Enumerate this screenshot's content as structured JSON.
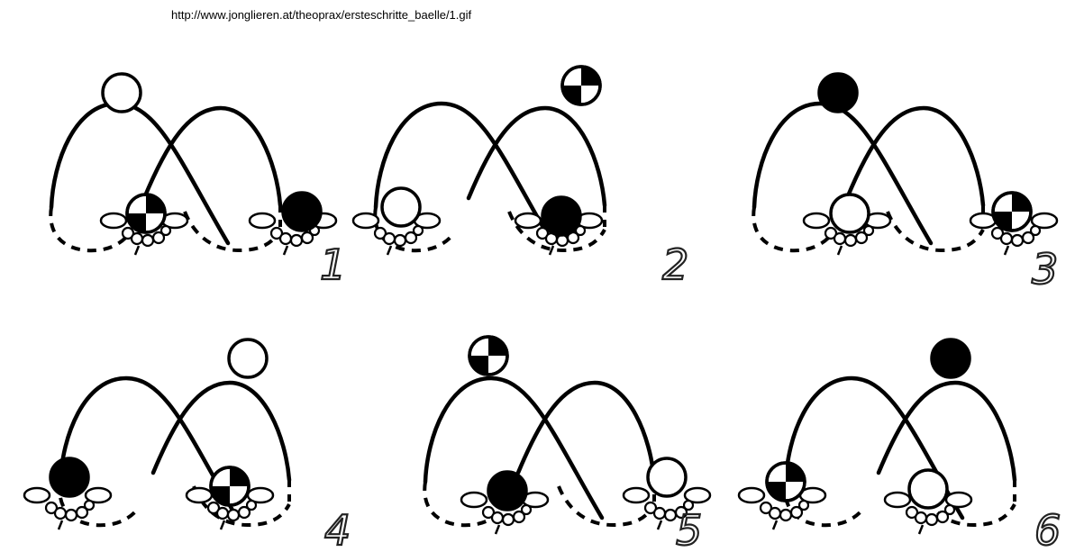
{
  "source_url": "http://www.jonglieren.at/theoprax/ersteschritte_baelle/1.gif",
  "frames": [
    {
      "number": "1",
      "balls": {
        "top": "white",
        "left_hand": "checkered",
        "right_hand": "black"
      }
    },
    {
      "number": "2",
      "balls": {
        "top": "checkered",
        "left_hand": "white",
        "right_hand": "black"
      }
    },
    {
      "number": "3",
      "balls": {
        "top": "black",
        "left_hand": "white",
        "right_hand": "checkered"
      }
    },
    {
      "number": "4",
      "balls": {
        "top": "white",
        "left_hand": "black",
        "right_hand": "checkered"
      }
    },
    {
      "number": "5",
      "balls": {
        "top": "checkered",
        "left_hand": "black",
        "right_hand": "white"
      }
    },
    {
      "number": "6",
      "balls": {
        "top": "black",
        "left_hand": "checkered",
        "right_hand": "white"
      }
    }
  ],
  "colors": {
    "ink": "#000000",
    "ball_white": "#ffffff"
  }
}
